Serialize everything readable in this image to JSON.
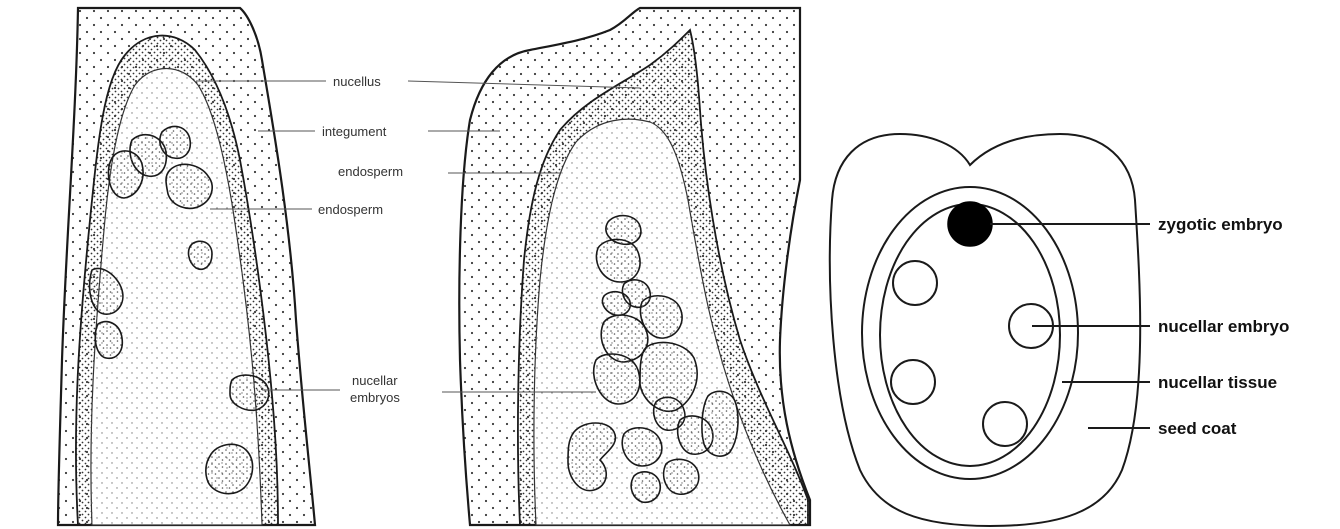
{
  "left_panel": {
    "labels": {
      "nucellus": "nucellus",
      "integument": "integument",
      "endosperm_upper": "endosperm",
      "endosperm_lower": "endosperm",
      "nucellar_embryos_line1": "nucellar",
      "nucellar_embryos_line2": "embryos"
    }
  },
  "right_panel": {
    "labels": {
      "zygotic_embryo": "zygotic embryo",
      "nucellar_embryo": "nucellar embryo",
      "nucellar_tissue": "nucellar tissue",
      "seed_coat": "seed coat"
    }
  },
  "colors": {
    "line": "#1a1a1a",
    "stipple": "#3a3a3a",
    "zygotic_fill": "#000000",
    "background": "#ffffff"
  }
}
